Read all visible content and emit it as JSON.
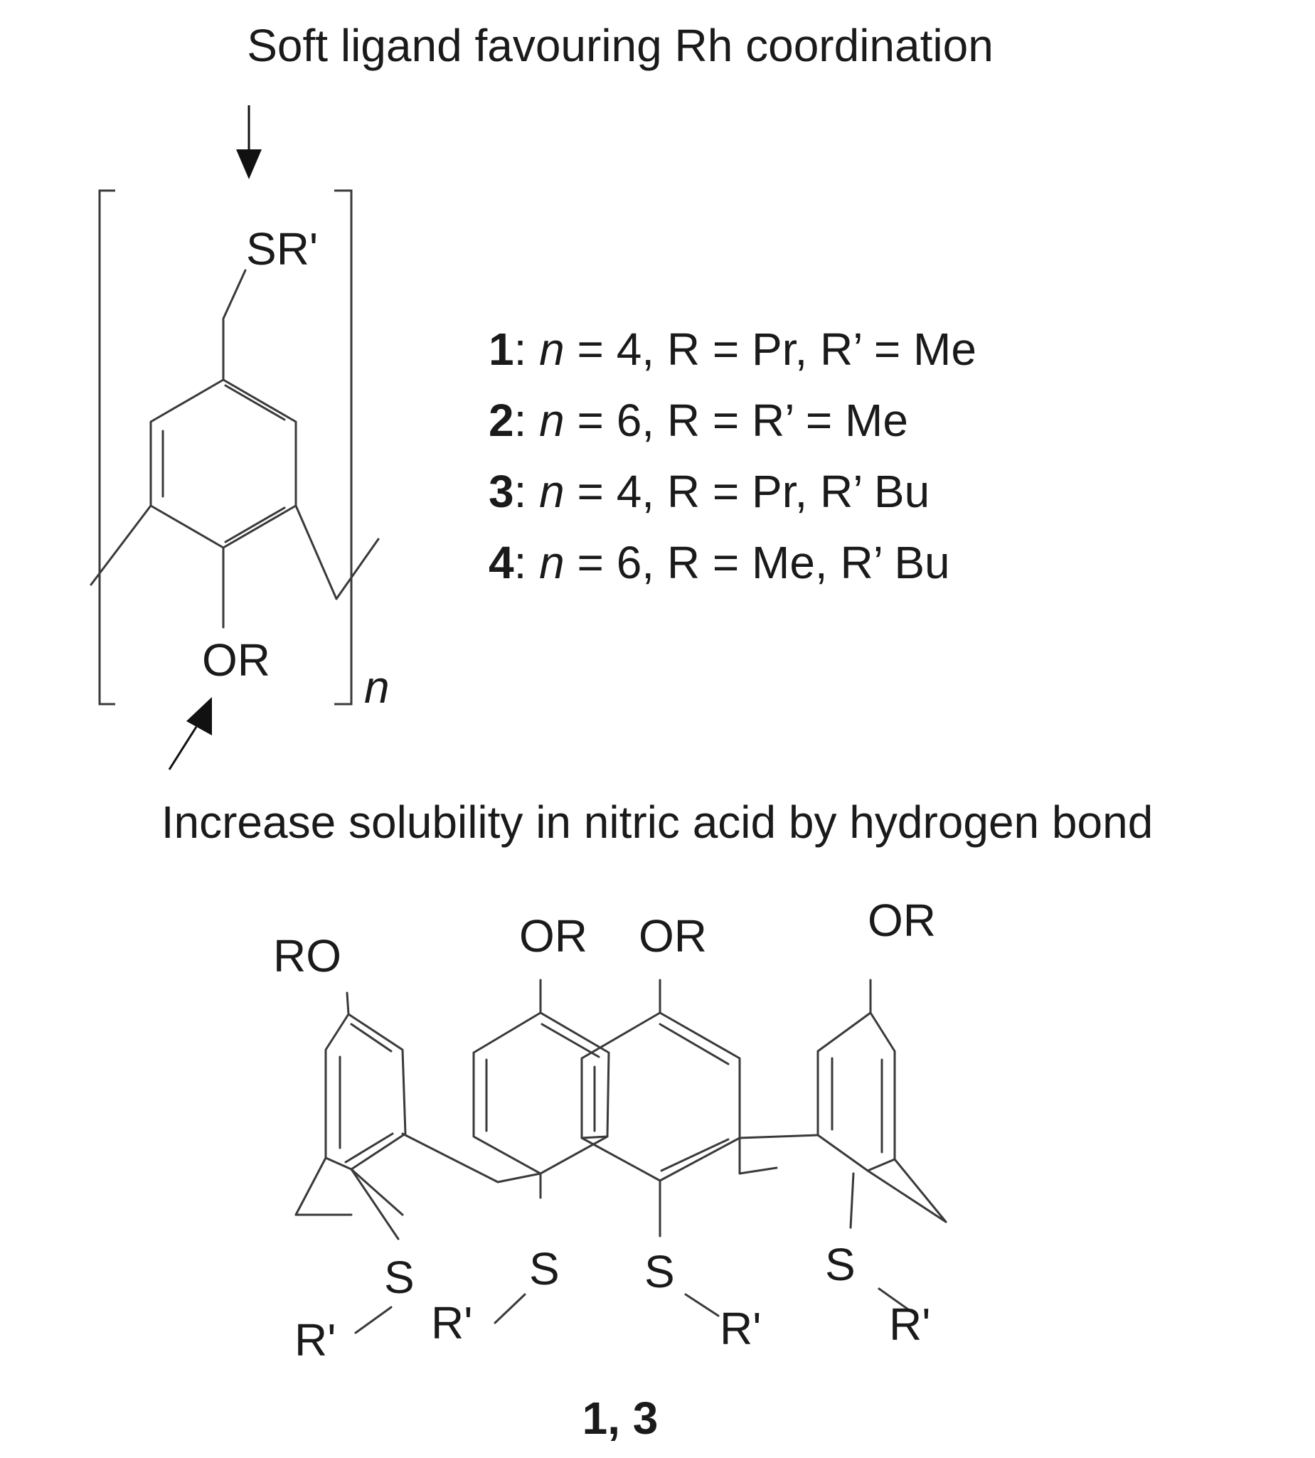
{
  "captions": {
    "soft_ligand": "Soft ligand favouring Rh coordination",
    "solubility": "Increase solubility in nitric acid by hydrogen bond"
  },
  "monomer": {
    "sr_label": "SR'",
    "or_label": "OR",
    "repeat_subscript": "n"
  },
  "compounds": [
    {
      "number": "1",
      "rest_a": ": ",
      "n_symbol": "n",
      "rest_b": " = 4, R = Pr, R’ = Me"
    },
    {
      "number": "2",
      "rest_a": ": ",
      "n_symbol": "n",
      "rest_b": " = 6, R = R’ = Me"
    },
    {
      "number": "3",
      "rest_a": ": ",
      "n_symbol": "n",
      "rest_b": " = 4, R = Pr, R’ Bu"
    },
    {
      "number": "4",
      "rest_a": ": ",
      "n_symbol": "n",
      "rest_b": " = 6, R = Me, R’ Bu"
    }
  ],
  "calixarene": {
    "ro_left": "RO",
    "or_1": "OR",
    "or_2": "OR",
    "or_3": "OR",
    "s_1": "S",
    "s_2": "S",
    "s_3": "S",
    "s_4": "S",
    "r_1": "R'",
    "r_2": "R'",
    "r_3": "R'",
    "r_4": "R'",
    "compound_label": "1, 3"
  }
}
